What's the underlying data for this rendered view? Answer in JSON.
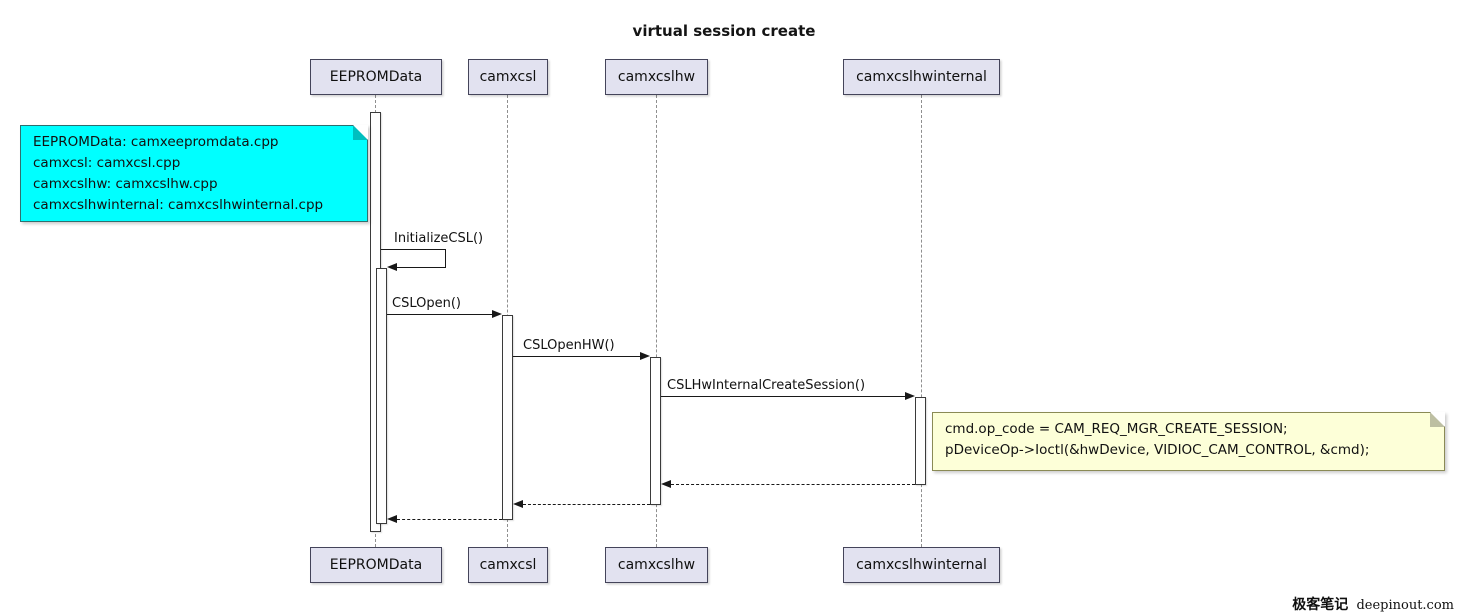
{
  "title": "virtual session create",
  "style": {
    "participant_fill": "#e2e2f0",
    "note_mapping_fill": "#00ffff",
    "note_code_fill": "#fdffd8",
    "arrow_color": "#181818"
  },
  "participants": [
    {
      "name": "EEPROMData"
    },
    {
      "name": "camxcsl"
    },
    {
      "name": "camxcslhw"
    },
    {
      "name": "camxcslhwinternal"
    }
  ],
  "messages": [
    {
      "label": "InitializeCSL()",
      "from": "EEPROMData",
      "to": "EEPROMData",
      "type": "self-call"
    },
    {
      "label": "CSLOpen()",
      "from": "EEPROMData",
      "to": "camxcsl",
      "type": "call"
    },
    {
      "label": "CSLOpenHW()",
      "from": "camxcsl",
      "to": "camxcslhw",
      "type": "call"
    },
    {
      "label": "CSLHwInternalCreateSession()",
      "from": "camxcslhw",
      "to": "camxcslhwinternal",
      "type": "call"
    }
  ],
  "notes": {
    "mapping": {
      "lines": [
        "EEPROMData: camxeepromdata.cpp",
        "camxcsl: camxcsl.cpp",
        "camxcslhw: camxcslhw.cpp",
        "camxcslhwinternal: camxcslhwinternal.cpp"
      ]
    },
    "code": {
      "lines": [
        "cmd.op_code = CAM_REQ_MGR_CREATE_SESSION;",
        "pDeviceOp->Ioctl(&hwDevice, VIDIOC_CAM_CONTROL, &cmd);"
      ]
    }
  },
  "watermark": {
    "cn": "极客笔记",
    "en": "deepinout.com"
  }
}
